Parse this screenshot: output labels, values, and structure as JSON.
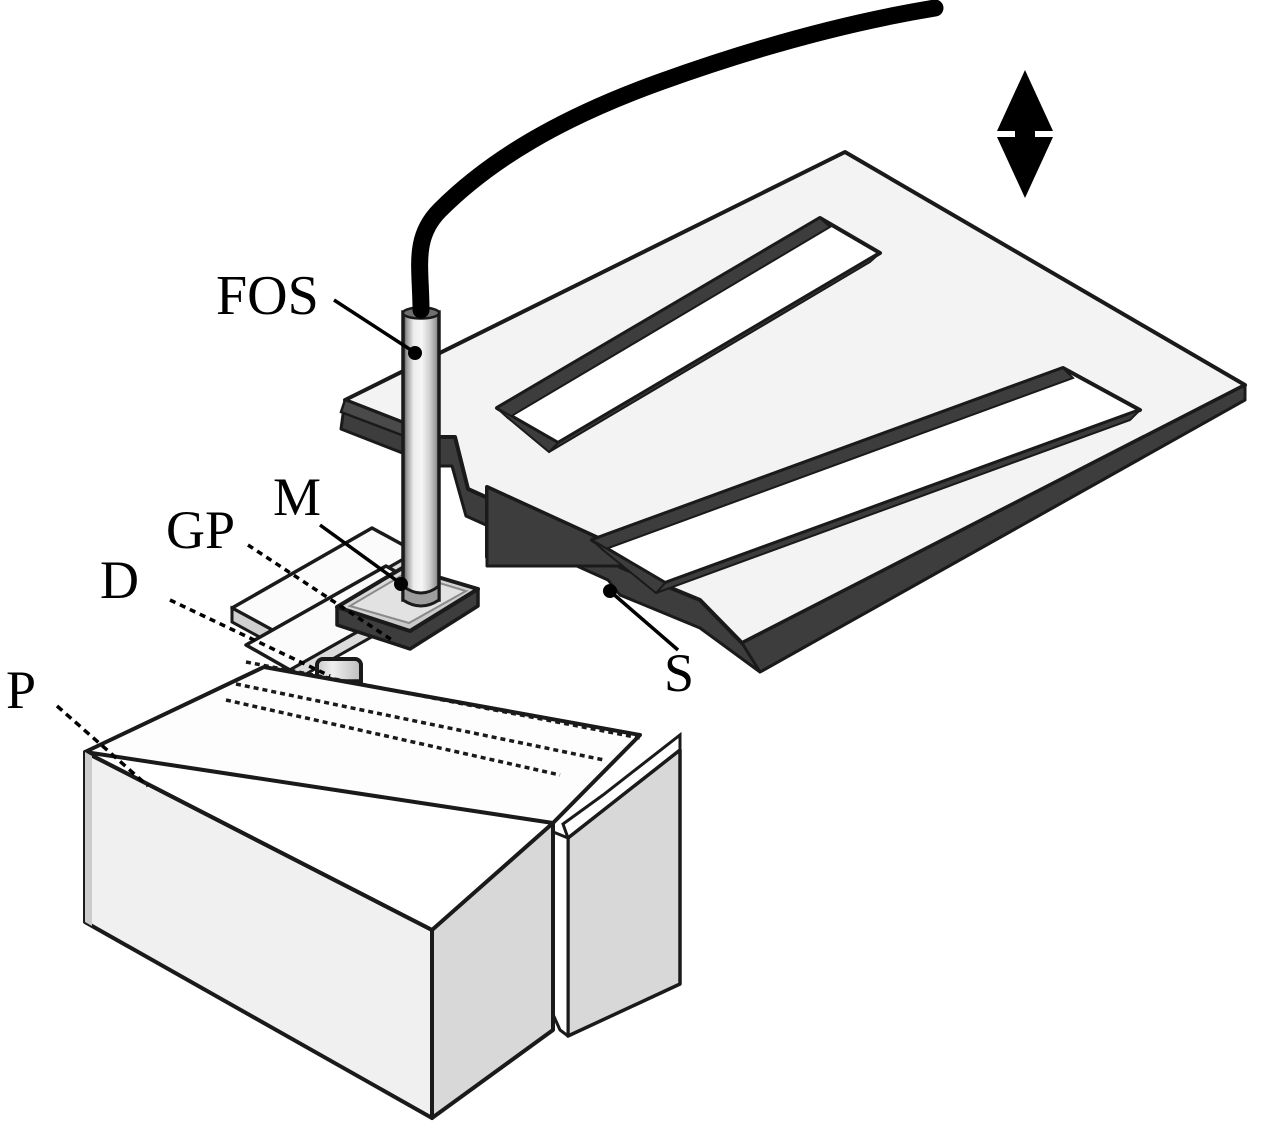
{
  "figure": {
    "type": "technical-schematic",
    "title": "",
    "background_color": "#ffffff",
    "line_color": "#1a1a1a",
    "fill_light": "#f2f2f2",
    "fill_mid": "#d4d4d4",
    "fill_dark": "#4a4a4a"
  },
  "labels": {
    "fos": "FOS",
    "m": "M",
    "gp": "GP",
    "d": "D",
    "p": "P",
    "s": "S"
  },
  "components": {
    "fos": {
      "name": "FOS",
      "description": "fiber optic sensor probe",
      "shape": "vertical-cylinder",
      "color": "#d0d0d0"
    },
    "cable": {
      "name": "optical-fiber-cable",
      "description": "black curved fiber cable exiting top of probe",
      "color": "#000000"
    },
    "m": {
      "name": "M",
      "description": "mounting magnet square plate at base of probe",
      "color": "#cccccc"
    },
    "gp": {
      "name": "GP",
      "description": "guide plate / groove plate rail",
      "color": "#e8e8e8"
    },
    "d": {
      "name": "D",
      "description": "small cylindrical dowel / displacement element",
      "color": "#d8d8d8"
    },
    "p": {
      "name": "P",
      "description": "prismatic specimen block split by a notch",
      "color": "#f0f0f0"
    },
    "s": {
      "name": "S",
      "description": "slotted flexure plate / specimen slab with two parallel slots",
      "color": "#f4f4f4"
    },
    "arrow": {
      "name": "vertical-double-arrow",
      "description": "double headed vertical arrow indicating up-down motion",
      "direction": "vertical-bidirectional",
      "color": "#000000"
    }
  },
  "annotations": [
    {
      "label": "FOS",
      "target": "probe-body"
    },
    {
      "label": "M",
      "target": "magnet-plate"
    },
    {
      "label": "GP",
      "target": "guide-plate"
    },
    {
      "label": "D",
      "target": "dowel"
    },
    {
      "label": "P",
      "target": "prism-block"
    },
    {
      "label": "S",
      "target": "slotted-plate"
    }
  ]
}
